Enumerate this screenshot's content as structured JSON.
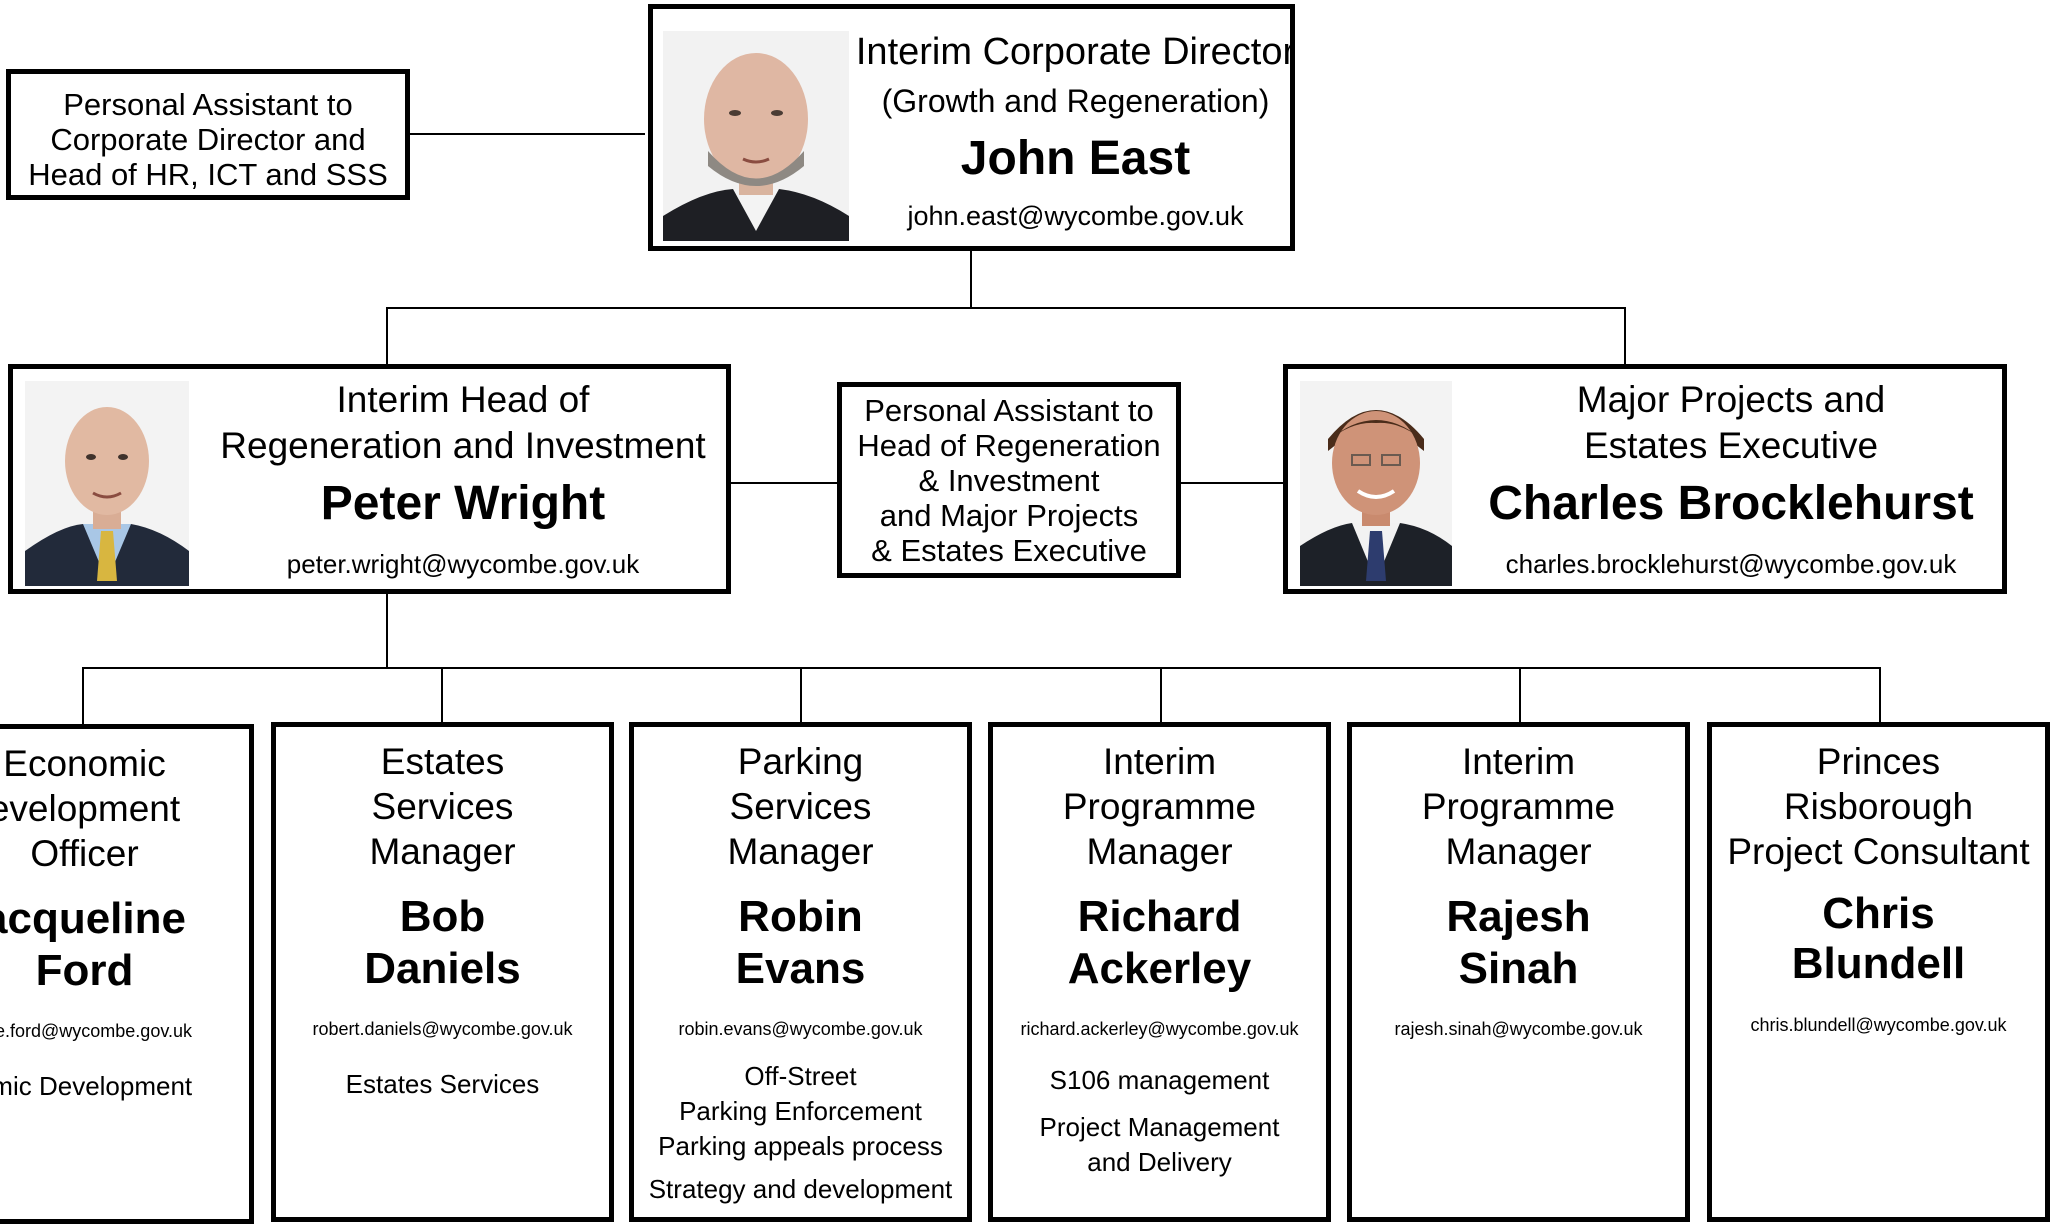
{
  "top": {
    "role_line1": "Interim Corporate Director",
    "role_line2": "(Growth and Regeneration)",
    "name": "John East",
    "email": "john.east@wycombe.gov.uk"
  },
  "pa_top": {
    "line1": "Personal Assistant to",
    "line2": "Corporate Director and",
    "line3": "Head of HR, ICT and SSS"
  },
  "peter": {
    "role_line1": "Interim Head of",
    "role_line2": "Regeneration and Investment",
    "name": "Peter Wright",
    "email": "peter.wright@wycombe.gov.uk"
  },
  "pa_mid": {
    "line1": "Personal Assistant to",
    "line2": "Head of Regeneration",
    "line3": "& Investment",
    "line4": "and Major Projects",
    "line5": "& Estates Executive"
  },
  "charles": {
    "role_line1": "Major Projects and",
    "role_line2": "Estates Executive",
    "name": "Charles Brocklehurst",
    "email": "charles.brocklehurst@wycombe.gov.uk"
  },
  "reports": [
    {
      "role": [
        "Economic",
        "evelopment",
        "Officer"
      ],
      "name": [
        "acqueline",
        "Ford"
      ],
      "email": "line.ford@wycombe.gov.uk",
      "resp": [
        "omic Development"
      ]
    },
    {
      "role": [
        "Estates",
        "Services",
        "Manager"
      ],
      "name": [
        "Bob",
        "Daniels"
      ],
      "email": "robert.daniels@wycombe.gov.uk",
      "resp": [
        "Estates Services"
      ]
    },
    {
      "role": [
        "Parking",
        "Services",
        "Manager"
      ],
      "name": [
        "Robin",
        "Evans"
      ],
      "email": "robin.evans@wycombe.gov.uk",
      "resp": [
        "Off-Street",
        "Parking Enforcement",
        "Parking appeals process",
        "Strategy and development"
      ]
    },
    {
      "role": [
        "Interim",
        "Programme",
        "Manager"
      ],
      "name": [
        "Richard",
        "Ackerley"
      ],
      "email": "richard.ackerley@wycombe.gov.uk",
      "resp": [
        "S106 management",
        "Project Management",
        "and Delivery"
      ]
    },
    {
      "role": [
        "Interim",
        "Programme",
        "Manager"
      ],
      "name": [
        "Rajesh",
        "Sinah"
      ],
      "email": "rajesh.sinah@wycombe.gov.uk",
      "resp": []
    },
    {
      "role": [
        "Princes",
        "Risborough",
        "Project Consultant"
      ],
      "name": [
        "Chris",
        "Blundell"
      ],
      "email": "chris.blundell@wycombe.gov.uk",
      "resp": []
    }
  ]
}
